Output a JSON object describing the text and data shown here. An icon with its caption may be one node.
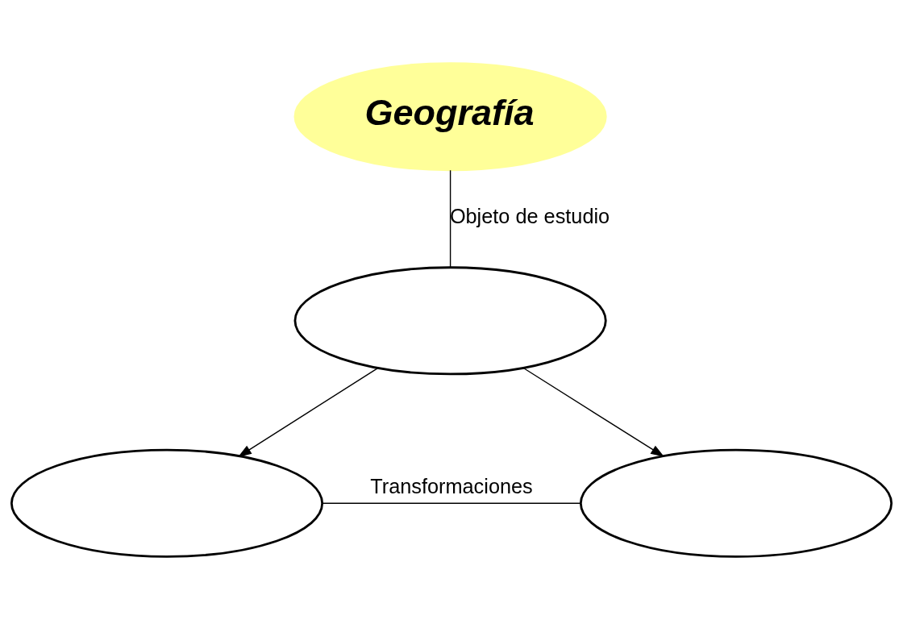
{
  "diagram": {
    "nodes": [
      {
        "text": [
          "Geografía"
        ]
      },
      {
        "text": [],
        "shape": "ellipse"
      },
      {
        "text": [],
        "shape": "ellipse"
      },
      {
        "text": [],
        "shape": "ellipse"
      }
    ],
    "edges": [
      {
        "from": 0,
        "to": 1,
        "arrow": "none",
        "label": "Objeto de estudio"
      },
      {
        "from": 1,
        "to": 2,
        "arrow": "to"
      },
      {
        "from": 1,
        "to": 3,
        "arrow": "to"
      },
      {
        "from": 2,
        "to": 3,
        "arrow": "none",
        "label": "Transformaciones"
      }
    ]
  }
}
